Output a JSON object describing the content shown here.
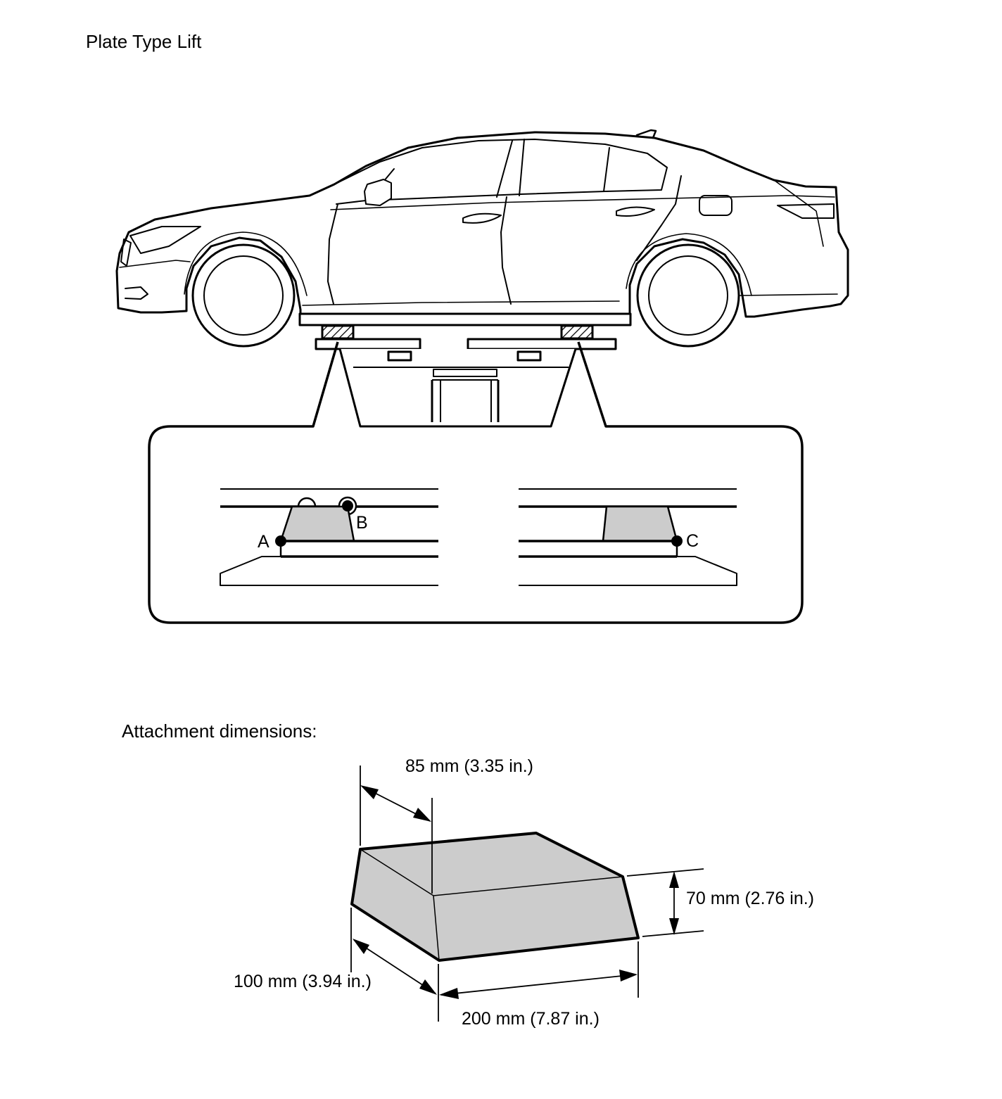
{
  "title": "Plate Type Lift",
  "points": {
    "a": "A",
    "b": "B",
    "c": "C"
  },
  "attachment": {
    "heading": "Attachment dimensions:",
    "dims": {
      "top_depth": "85 mm (3.35 in.)",
      "height": "70 mm (2.76 in.)",
      "width": "100 mm (3.94 in.)",
      "length": "200 mm (7.87 in.)"
    }
  },
  "colors": {
    "line": "#000000",
    "fill": "#cccccc",
    "background": "#ffffff"
  }
}
